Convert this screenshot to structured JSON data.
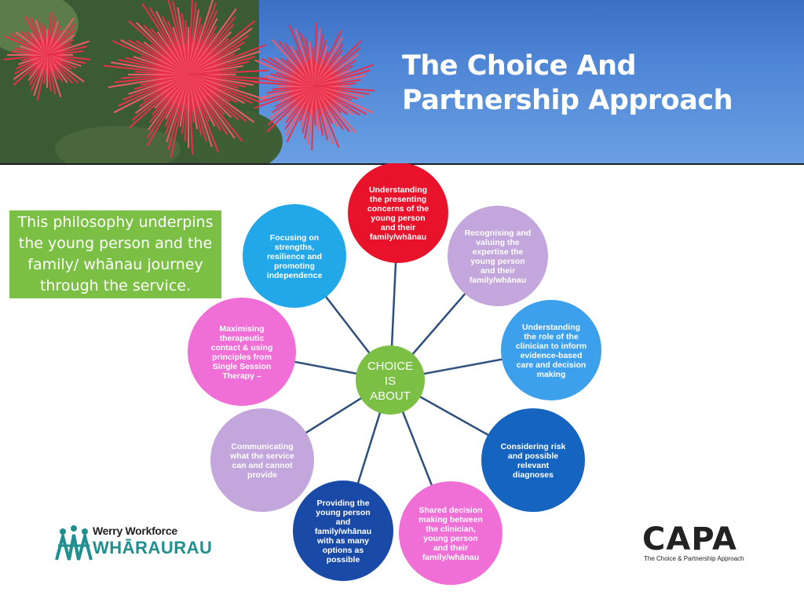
{
  "banner": {
    "title_line1": "The Choice And",
    "title_line2": "Partnership Approach"
  },
  "philosophy_text": "This philosophy underpins the young person and the family/ whānau journey through the service.",
  "diagram": {
    "center": [
      "CHOICE",
      "IS",
      "ABOUT"
    ],
    "nodes": [
      {
        "id": "presenting",
        "lines": [
          "Understanding",
          "the presenting",
          "concerns of the",
          "young person",
          "and their",
          "family/whānau"
        ],
        "color": "#e8132a"
      },
      {
        "id": "expertise",
        "lines": [
          "Recognising and",
          "valuing the",
          "expertise the",
          "young person",
          "and their",
          "family/whānau"
        ],
        "color": "#c2a6dc"
      },
      {
        "id": "clinician",
        "lines": [
          "Understanding",
          "the role of the",
          "clinician to inform",
          "evidence-based",
          "care and decision",
          "making"
        ],
        "color": "#3da0ec"
      },
      {
        "id": "risk",
        "lines": [
          "Considering risk",
          "and possible",
          "relevant",
          "diagnoses"
        ],
        "color": "#1565c0"
      },
      {
        "id": "shared",
        "lines": [
          "Shared decision",
          "making between",
          "the clinician,",
          "young person",
          "and their",
          "family/whānau"
        ],
        "color": "#f06fd6"
      },
      {
        "id": "providing",
        "lines": [
          "Providing the",
          "young person",
          "and",
          "family/whānau",
          "with as many",
          "options as",
          "possible"
        ],
        "color": "#1a4aa8"
      },
      {
        "id": "communicating",
        "lines": [
          "Communicating",
          "what the service",
          "can and cannot",
          "provide"
        ],
        "color": "#c2a6dc"
      },
      {
        "id": "maximising",
        "lines": [
          "Maximising",
          "therapeutic",
          "contact  & using",
          "principles from",
          "Single Session",
          "Therapy –"
        ],
        "color": "#f06fd6"
      },
      {
        "id": "strengths",
        "lines": [
          "Focusing on",
          "strengths,",
          "resilience and",
          "promoting",
          "independence"
        ],
        "color": "#22a8e8"
      }
    ]
  },
  "logos": {
    "werry_name": "Werry Workforce",
    "werry_sub": "WHĀRAURAU",
    "capa_word": "CAPA",
    "capa_tag": "The Choice & Partnership Approach"
  },
  "colors": {
    "center": "#7bbf44",
    "connector": "#2c4f7c",
    "box": "#7bbf44",
    "banner_sky": "#4f86d6",
    "flower": "#e8304a"
  }
}
